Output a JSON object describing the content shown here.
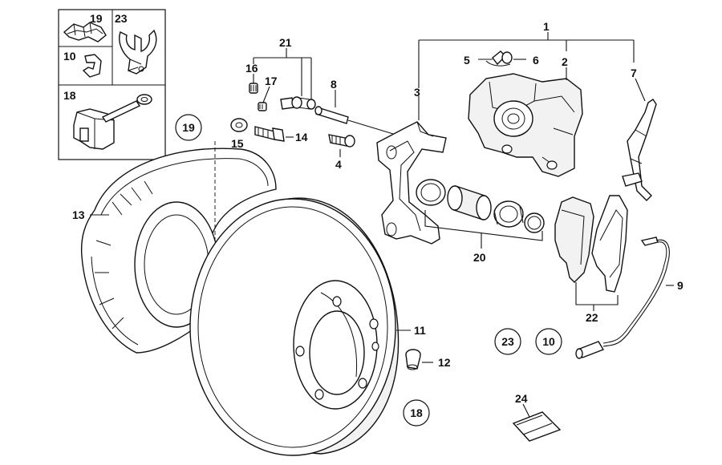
{
  "diagram": {
    "callouts": {
      "c1": "1",
      "c2": "2",
      "c3": "3",
      "c4": "4",
      "c5": "5",
      "c6": "6",
      "c7": "7",
      "c8": "8",
      "c9": "9",
      "c11": "11",
      "c12": "12",
      "c13": "13",
      "c14": "14",
      "c15": "15",
      "c16": "16",
      "c17": "17",
      "c20": "20",
      "c21": "21",
      "c22": "22",
      "c24": "24"
    },
    "inset_labels": {
      "i19": "19",
      "i23": "23",
      "i10": "10",
      "i18": "18"
    },
    "circled_refs": {
      "r19": "19",
      "r23": "23",
      "r10": "10",
      "r18": "18"
    }
  }
}
